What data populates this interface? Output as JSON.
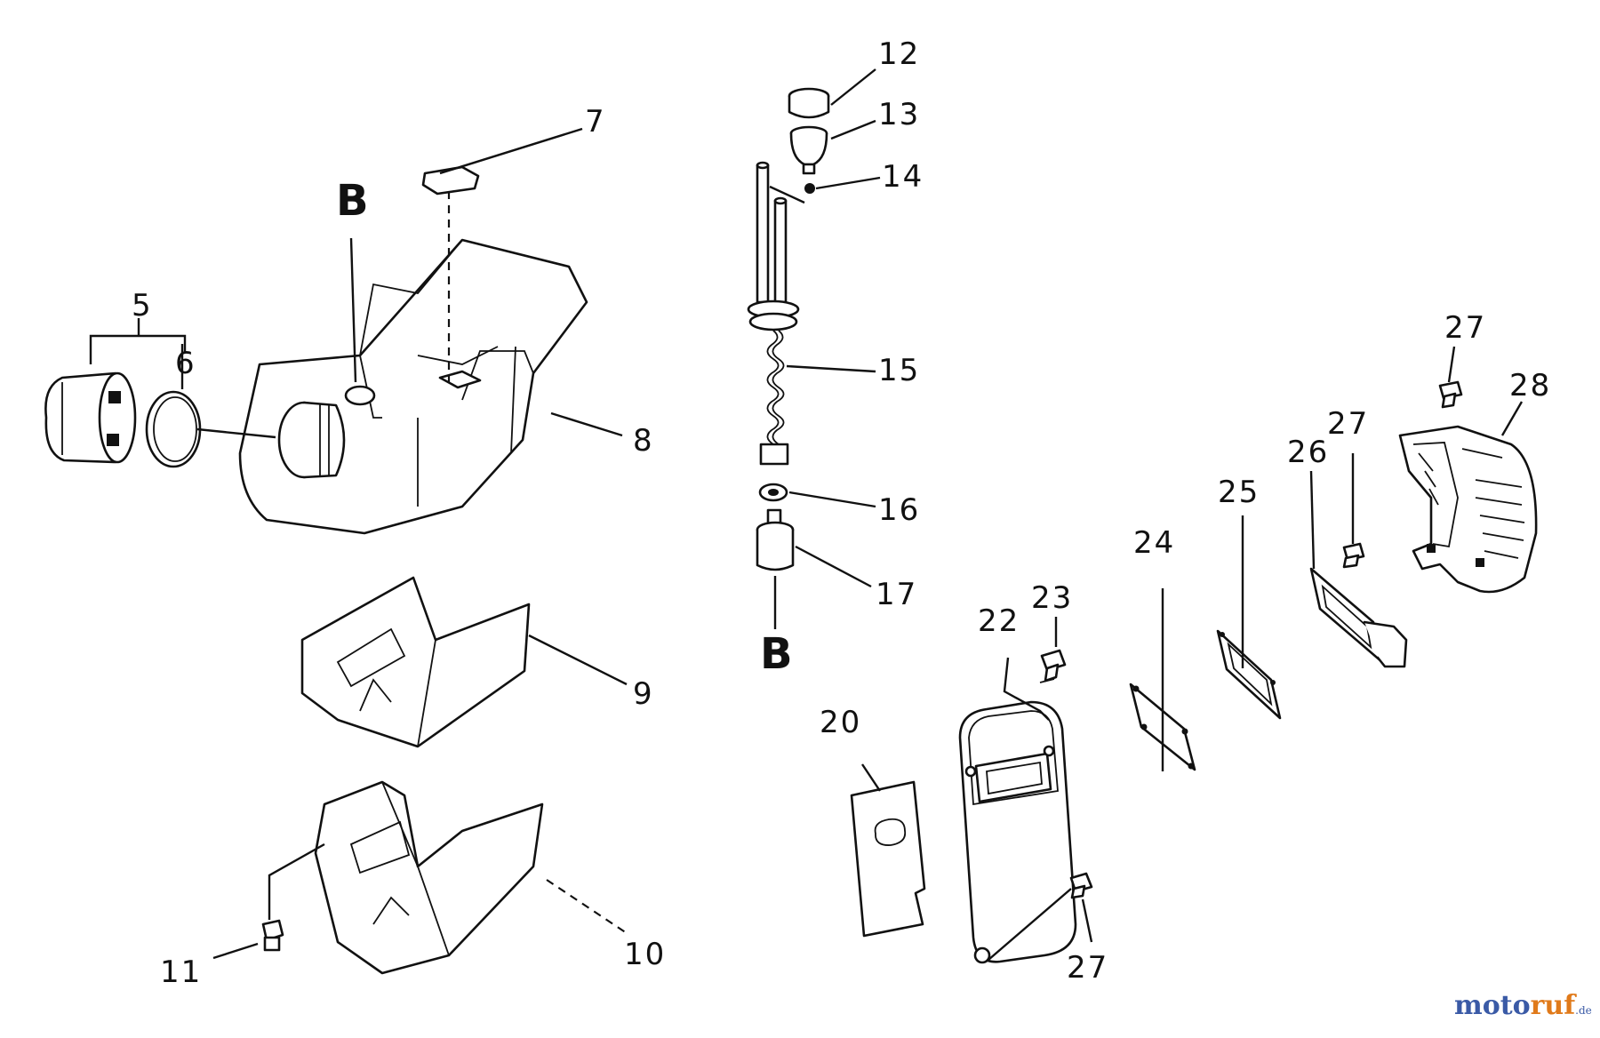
{
  "diagram": {
    "callouts": {
      "c5": "5",
      "c6": "6",
      "c7": "7",
      "c8": "8",
      "c9": "9",
      "c10": "10",
      "c11": "11",
      "c12": "12",
      "c13": "13",
      "c14": "14",
      "c15": "15",
      "c16": "16",
      "c17": "17",
      "c20": "20",
      "c22": "22",
      "c23": "23",
      "c24": "24",
      "c25": "25",
      "c26": "26",
      "c27a": "27",
      "c27b": "27",
      "c27c": "27",
      "c28": "28"
    },
    "reference_marks": {
      "top": "B",
      "bottom": "B"
    }
  },
  "watermark": {
    "part1": "moto",
    "part2": "ruf",
    "suffix": ".de"
  }
}
